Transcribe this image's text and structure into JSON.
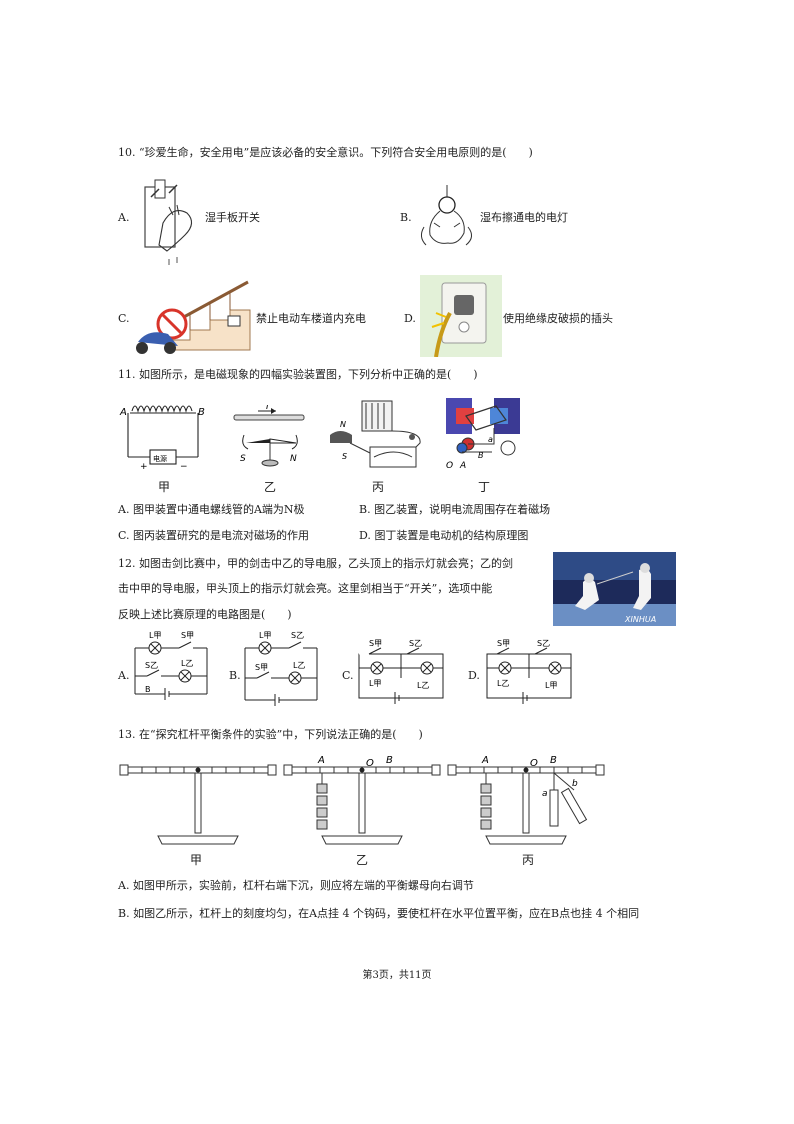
{
  "q10": {
    "stem": "10. “珍爱生命，安全用电”是应该必备的安全意识。下列符合安全用电原则的是(　　)",
    "options": [
      {
        "letter": "A.",
        "text": "湿手板开关"
      },
      {
        "letter": "B.",
        "text": "湿布擦通电的电灯"
      },
      {
        "letter": "C.",
        "text": "禁止电动车楼道内充电"
      },
      {
        "letter": "D.",
        "text": "使用绝缘皮破损的插头"
      }
    ]
  },
  "q11": {
    "stem": "11. 如图所示，是电磁现象的四幅实验装置图，下列分析中正确的是(　　)",
    "fig_labels": {
      "jia": "甲",
      "yi": "乙",
      "bing": "丙",
      "ding": "丁",
      "a": "A",
      "b": "B",
      "power": "电源",
      "plus": "+",
      "minus": "−",
      "i": "I",
      "s": "S",
      "n": "N",
      "o": "O",
      "a_small": "a"
    },
    "options": [
      {
        "letter": "A.",
        "text": "图甲装置中通电螺线管的A端为N极"
      },
      {
        "letter": "B.",
        "text": "图乙装置，说明电流周围存在着磁场"
      },
      {
        "letter": "C.",
        "text": "图丙装置研究的是电流对磁场的作用"
      },
      {
        "letter": "D.",
        "text": "图丁装置是电动机的结构原理图"
      }
    ]
  },
  "q12": {
    "stem_lines": [
      "12. 如图击剑比赛中，甲的剑击中乙的导电服，乙头顶上的指示灯就会亮；乙的剑",
      "击中甲的导电服，甲头顶上的指示灯就会亮。这里剑相当于“开关”，选项中能",
      "反映上述比赛原理的电路图是(　　)"
    ],
    "photo_watermark": "XINHUA",
    "options": [
      {
        "letter": "A."
      },
      {
        "letter": "B."
      },
      {
        "letter": "C."
      },
      {
        "letter": "D."
      }
    ],
    "circuit_labels": {
      "l_jia": "L甲",
      "s_jia": "S甲",
      "l_yi": "L乙",
      "s_yi": "S乙",
      "b": "B"
    }
  },
  "q13": {
    "stem": "13. 在“探究杠杆平衡条件的实验”中，下列说法正确的是(　　)",
    "fig_labels": {
      "jia": "甲",
      "yi": "乙",
      "bing": "丙",
      "a": "A",
      "b": "B",
      "o": "O",
      "sa": "a",
      "sb": "b"
    },
    "options": [
      {
        "text": "A. 如图甲所示，实验前，杠杆右端下沉，则应将左端的平衡螺母向右调节"
      },
      {
        "text": "B. 如图乙所示，杠杆上的刻度均匀，在A点挂 4 个钩码，要使杠杆在水平位置平衡，应在B点也挂 4 个相同"
      }
    ]
  },
  "footer": "第3页，共11页"
}
